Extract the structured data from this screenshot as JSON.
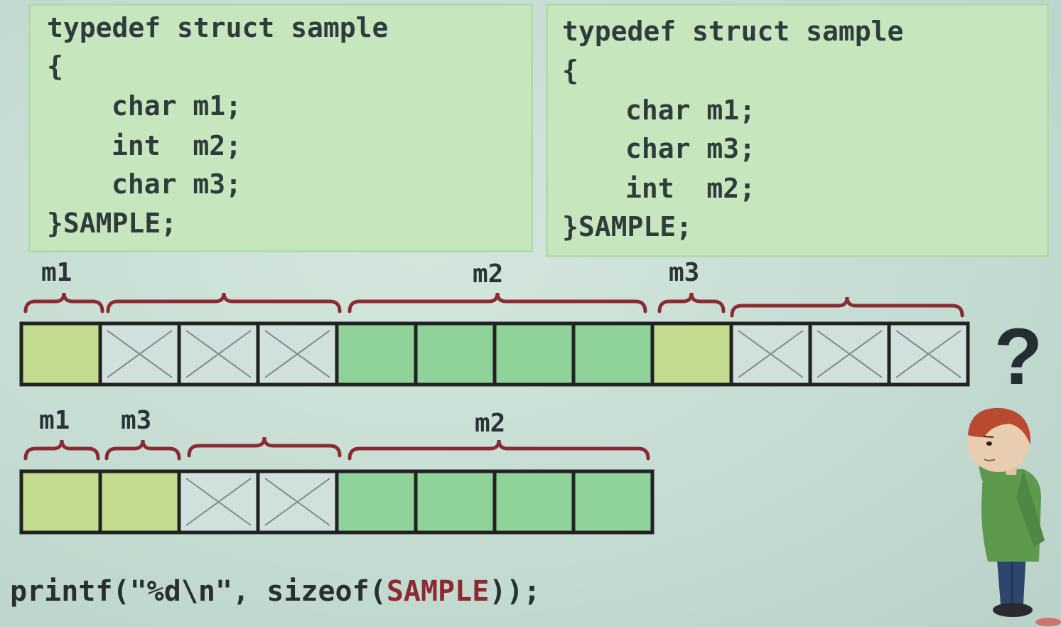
{
  "struct_left": {
    "lines": [
      "typedef struct sample",
      "{",
      "char m1;",
      "int  m2;",
      "char m3;",
      "}SAMPLE;"
    ]
  },
  "struct_right": {
    "lines": [
      "typedef struct sample",
      "{",
      "char m1;",
      "char m3;",
      "int  m2;",
      "}SAMPLE;"
    ]
  },
  "layout_1": {
    "labels": [
      "m1",
      "m2",
      "m3"
    ],
    "cells": [
      "data",
      "pad",
      "pad",
      "pad",
      "data",
      "data",
      "data",
      "data",
      "data",
      "pad",
      "pad",
      "pad"
    ]
  },
  "layout_2": {
    "labels": [
      "m1",
      "m3",
      "m2"
    ],
    "cells": [
      "data",
      "data",
      "pad",
      "pad",
      "data",
      "data",
      "data",
      "data"
    ]
  },
  "question_mark": "?",
  "printf": {
    "prefix": "printf(\"%d\\n\", sizeof(",
    "highlight": "SAMPLE",
    "suffix": "));"
  },
  "colors": {
    "char_cell": "#c3dc8e",
    "int_cell": "#8fd39b",
    "pad_cell": "#d0e0dc",
    "brace": "#8c2a32",
    "cell_border": "#222222"
  }
}
